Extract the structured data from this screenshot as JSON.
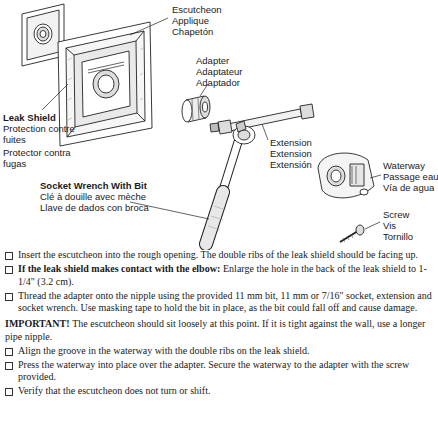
{
  "diagram": {
    "labels": [
      "Escutcheon",
      "Applique",
      "Chapetón",
      "Adapter",
      "Adaptateur",
      "Adaptador",
      "Extension",
      "Extension",
      "Extensión",
      "Waterway",
      "Passage eau",
      "Vía de agua",
      "Screw",
      "Vis",
      "Tornillo",
      "Leak Shield",
      "Protection contre fuites",
      "Protector contra fugas",
      "Socket Wrench With Bit",
      "Clé à douille avec mèche",
      "Llave de dados con broca",
      "Insert the escutcheon into the rough opening. The double ribs of the leak shield should be facing up.",
      "If the leak shield makes contact with the elbow:",
      "Enlarge the hole in the back of the leak shield to 1-1/4\" (3.2 cm).",
      "Thread the adapter onto the nipple using the provided 11 mm bit, 11 mm or 7/16\" socket, extension and socket wrench. Use masking tape to hold the bit in place, as the bit could fall off and cause damage.",
      "IMPORTANT!",
      "The escutcheon should sit loosely at this point. If it is tight against the wall, use a longer pipe nipple.",
      "Align the groove in the waterway with the double ribs on the leak shield.",
      "Press the waterway into place over the adapter. Secure the waterway to the adapter with the screw provided.",
      "Verify that the escutcheon does not turn or shift."
    ]
  }
}
